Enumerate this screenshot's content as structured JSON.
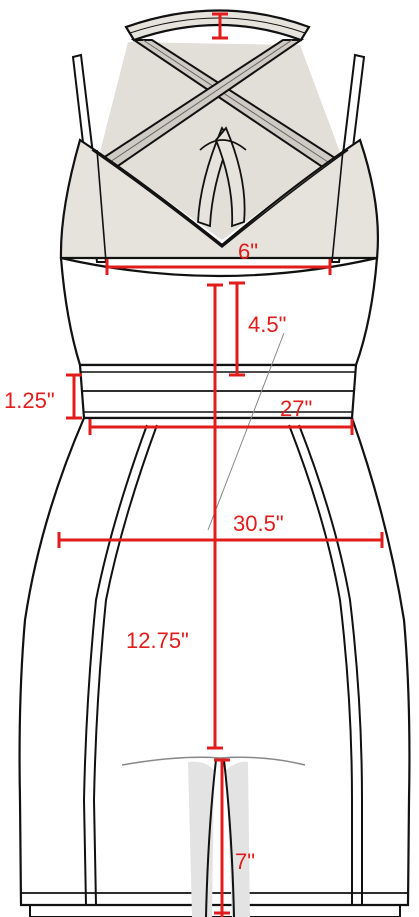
{
  "colors": {
    "outline": "#111111",
    "fill_light": "#e6e3dd",
    "fill_mid": "#cfcbc4",
    "measure": "#e21b1b",
    "leader": "#888888",
    "slit_shade": "#e3e3e3"
  },
  "measurements": {
    "cup_width": "6\"",
    "bust_to_waistband": "4.5\"",
    "waistband_height": "1.25\"",
    "waist": "27\"",
    "hip": "30.5\"",
    "waist_to_slit": "12.75\"",
    "slit_length": "7\""
  }
}
